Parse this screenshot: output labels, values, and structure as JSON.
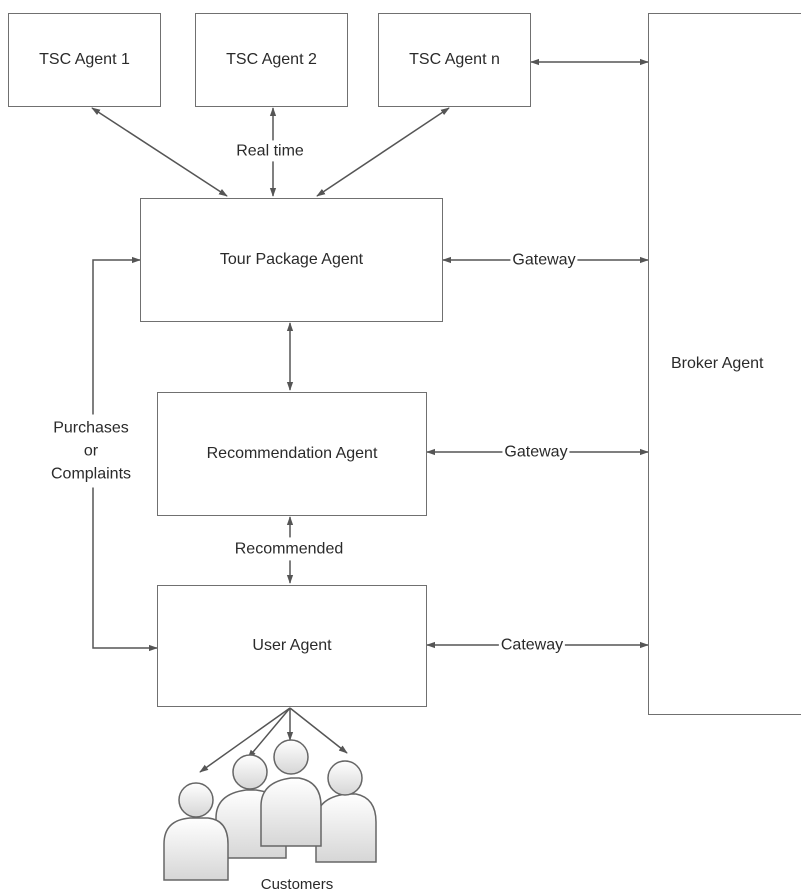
{
  "agents": {
    "tsc1": "TSC Agent 1",
    "tsc2": "TSC Agent 2",
    "tscn": "TSC Agent n",
    "tour_package": "Tour Package Agent",
    "recommendation": "Recommendation Agent",
    "user": "User Agent",
    "broker": "Broker Agent"
  },
  "edge_labels": {
    "real_time": "Real time",
    "gateway_tour": "Gateway",
    "gateway_recommendation": "Gateway",
    "gateway_user": "Cateway",
    "recommended": "Recommended",
    "purchases_line1": "Purchases",
    "purchases_line2": "or",
    "purchases_line3": "Complaints"
  },
  "customers": {
    "label": "Customers",
    "count": 4,
    "icon": "person-icon"
  }
}
